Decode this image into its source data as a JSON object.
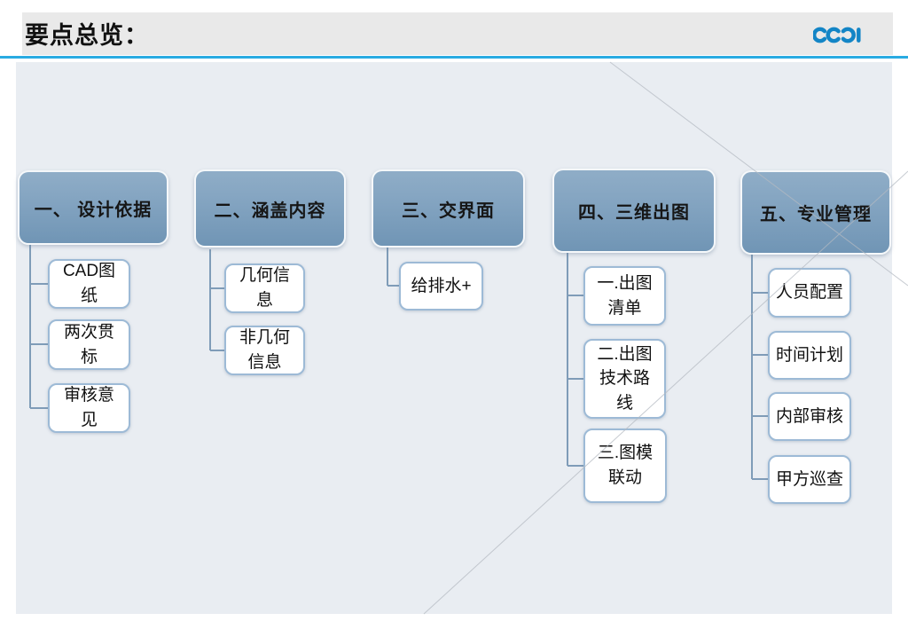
{
  "header": {
    "title": "要点总览：",
    "logo_name": "CCDI",
    "accent_color": "#29abe2",
    "logo_color": "#1385c6"
  },
  "diagram": {
    "columns": [
      {
        "header": "一、 设计依据",
        "items": [
          "CAD图\n纸",
          "两次贯\n标",
          "审核意\n见"
        ]
      },
      {
        "header": "二、涵盖内容",
        "items": [
          "几何信\n息",
          "非几何\n信息"
        ]
      },
      {
        "header": "三、交界面",
        "items": [
          "给排水+"
        ]
      },
      {
        "header": "四、三维出图",
        "items": [
          "一.出图\n清单",
          "二.出图\n技术路\n线",
          "三.图模\n联动"
        ]
      },
      {
        "header": "五、专业管理",
        "items": [
          "人员配置",
          "时间计划",
          "内部审核",
          "甲方巡查"
        ]
      }
    ],
    "colors": {
      "header_fill": "#7fa0bd",
      "item_border": "#9dbad6",
      "connector": "#7f9cb8",
      "panel_bg": "#e9edf2"
    }
  }
}
